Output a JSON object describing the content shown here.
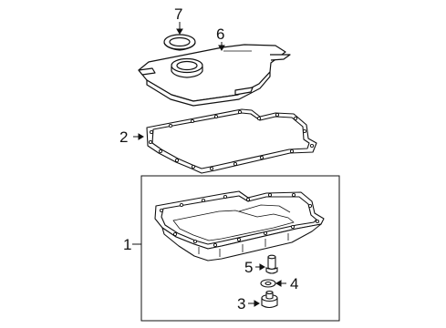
{
  "diagram": {
    "callouts": [
      {
        "id": "1",
        "label": "1"
      },
      {
        "id": "2",
        "label": "2"
      },
      {
        "id": "3",
        "label": "3"
      },
      {
        "id": "4",
        "label": "4"
      },
      {
        "id": "5",
        "label": "5"
      },
      {
        "id": "6",
        "label": "6"
      },
      {
        "id": "7",
        "label": "7"
      }
    ],
    "parts": [
      {
        "callout": "7",
        "name": "o-ring-seal"
      },
      {
        "callout": "6",
        "name": "transmission-filter"
      },
      {
        "callout": "2",
        "name": "oil-pan-gasket"
      },
      {
        "callout": "1",
        "name": "oil-pan-assembly"
      },
      {
        "callout": "5",
        "name": "magnet-plug"
      },
      {
        "callout": "4",
        "name": "drain-plug-washer"
      },
      {
        "callout": "3",
        "name": "drain-plug"
      }
    ]
  }
}
